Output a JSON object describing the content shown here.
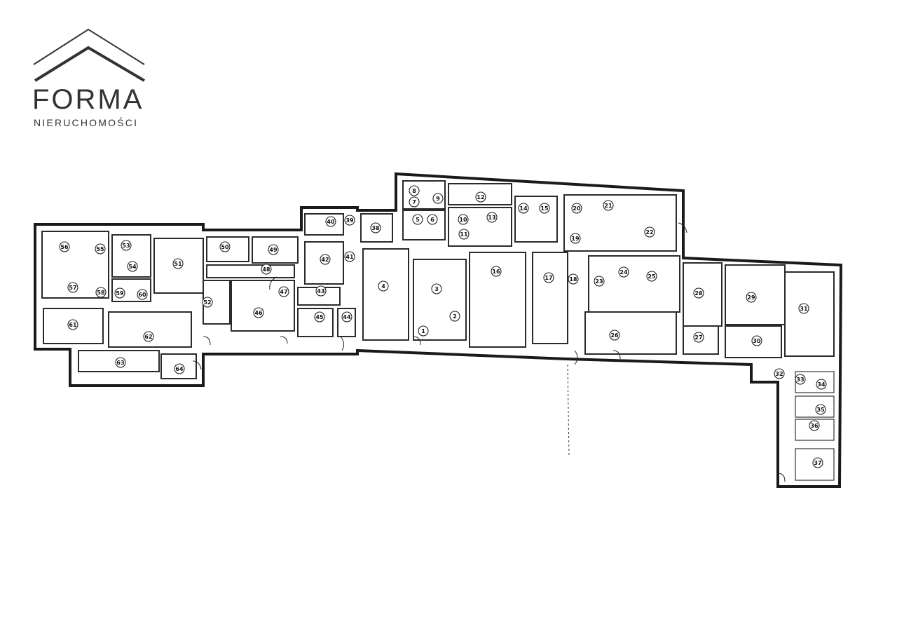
{
  "logo": {
    "brand": "FORMA",
    "subtitle": "NIERUCHOMOŚCI",
    "color": "#333333"
  },
  "floor_plan": {
    "rooms": [
      {
        "label": "1"
      },
      {
        "label": "2"
      },
      {
        "label": "3"
      },
      {
        "label": "4"
      },
      {
        "label": "5"
      },
      {
        "label": "6"
      },
      {
        "label": "7"
      },
      {
        "label": "8"
      },
      {
        "label": "9"
      },
      {
        "label": "10"
      },
      {
        "label": "11"
      },
      {
        "label": "12"
      },
      {
        "label": "13"
      },
      {
        "label": "14"
      },
      {
        "label": "15"
      },
      {
        "label": "16"
      },
      {
        "label": "17"
      },
      {
        "label": "18"
      },
      {
        "label": "19"
      },
      {
        "label": "20"
      },
      {
        "label": "21"
      },
      {
        "label": "22"
      },
      {
        "label": "23"
      },
      {
        "label": "24"
      },
      {
        "label": "25"
      },
      {
        "label": "26"
      },
      {
        "label": "27"
      },
      {
        "label": "28"
      },
      {
        "label": "29"
      },
      {
        "label": "30"
      },
      {
        "label": "31"
      },
      {
        "label": "32"
      },
      {
        "label": "33"
      },
      {
        "label": "34"
      },
      {
        "label": "35"
      },
      {
        "label": "36"
      },
      {
        "label": "37"
      },
      {
        "label": "38"
      },
      {
        "label": "39"
      },
      {
        "label": "40"
      },
      {
        "label": "41"
      },
      {
        "label": "42"
      },
      {
        "label": "43"
      },
      {
        "label": "44"
      },
      {
        "label": "45"
      },
      {
        "label": "46"
      },
      {
        "label": "47"
      },
      {
        "label": "48"
      },
      {
        "label": "49"
      },
      {
        "label": "50"
      },
      {
        "label": "51"
      },
      {
        "label": "53"
      },
      {
        "label": "54"
      },
      {
        "label": "55"
      },
      {
        "label": "56"
      },
      {
        "label": "57"
      },
      {
        "label": "58"
      },
      {
        "label": "59"
      },
      {
        "label": "60"
      },
      {
        "label": "61"
      },
      {
        "label": "62"
      },
      {
        "label": "63"
      },
      {
        "label": "64"
      },
      {
        "label": "52"
      }
    ]
  }
}
